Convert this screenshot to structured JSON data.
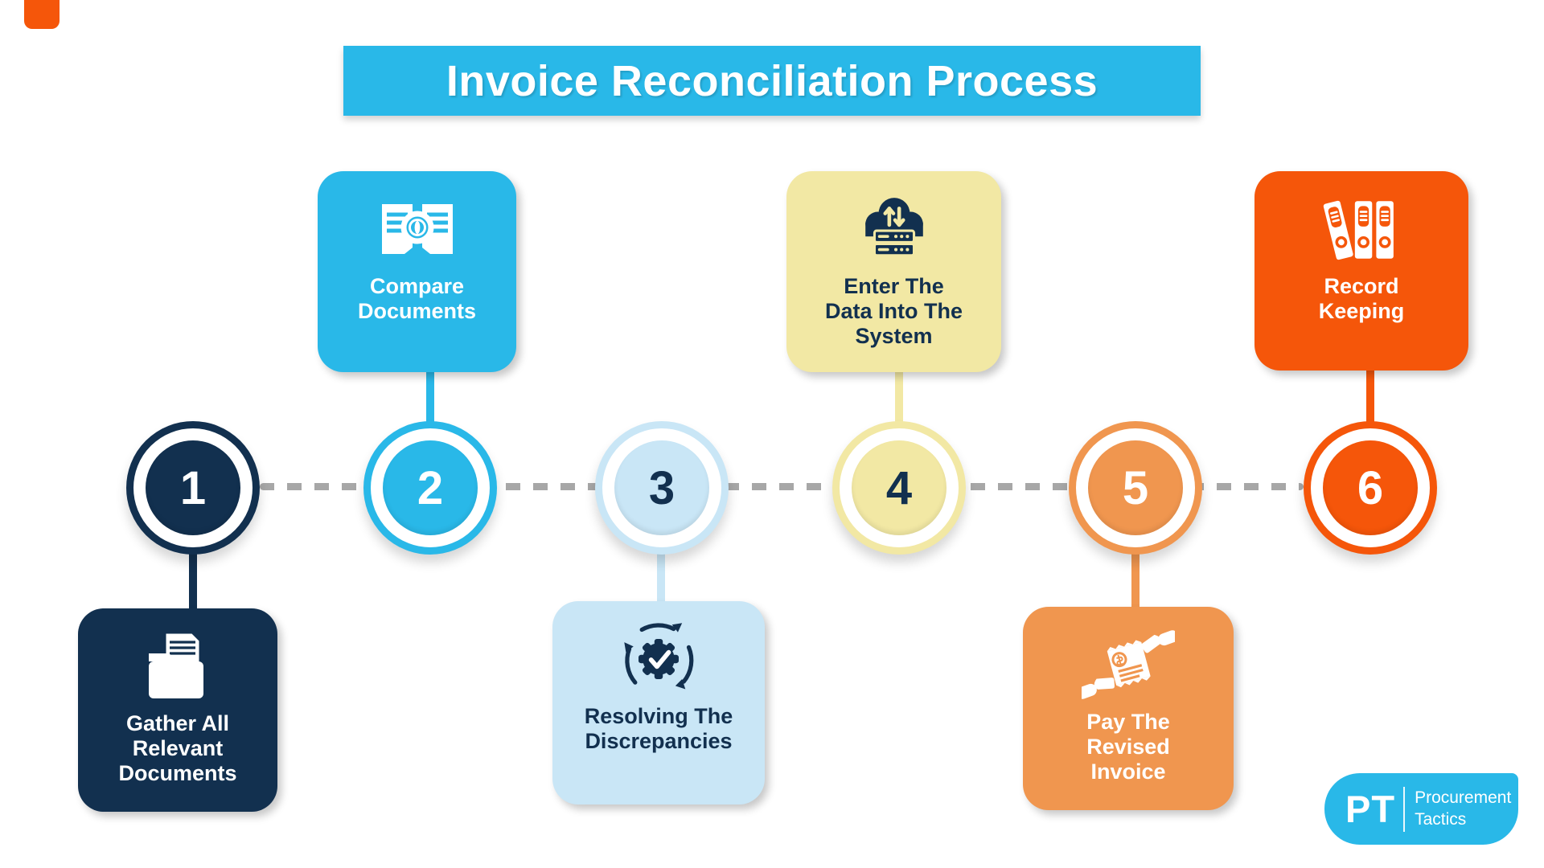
{
  "title": {
    "text": "Invoice Reconciliation Process",
    "bg_color": "#29b8e8",
    "text_color": "#ffffff"
  },
  "timeline": {
    "dash_color": "#a7a7a7",
    "background_color": "#ffffff"
  },
  "steps": [
    {
      "number": "1",
      "label": "Gather All Relevant Documents",
      "color": "#12304f",
      "label_color": "#ffffff",
      "icon": "folder-documents-icon",
      "position": "below-line"
    },
    {
      "number": "2",
      "label": "Compare Documents",
      "color": "#29b8e8",
      "label_color": "#ffffff",
      "icon": "compare-documents-icon",
      "position": "above-line"
    },
    {
      "number": "3",
      "label": "Resolving The Discrepancies",
      "color": "#c9e6f6",
      "label_color": "#12304f",
      "icon": "gear-check-cycle-icon",
      "position": "below-line"
    },
    {
      "number": "4",
      "label": "Enter The Data Into The System",
      "color": "#f2e8a4",
      "label_color": "#12304f",
      "icon": "cloud-server-icon",
      "position": "above-line"
    },
    {
      "number": "5",
      "label": "Pay The Revised Invoice",
      "color": "#f0964f",
      "label_color": "#ffffff",
      "icon": "pay-invoice-icon",
      "position": "below-line"
    },
    {
      "number": "6",
      "label": "Record Keeping",
      "color": "#f5560a",
      "label_color": "#ffffff",
      "icon": "binders-icon",
      "position": "above-line"
    }
  ],
  "logo": {
    "abbr": "PT",
    "name_line1": "Procurement",
    "name_line2": "Tactics",
    "bg_color": "#29b8e8",
    "text_color": "#ffffff"
  }
}
